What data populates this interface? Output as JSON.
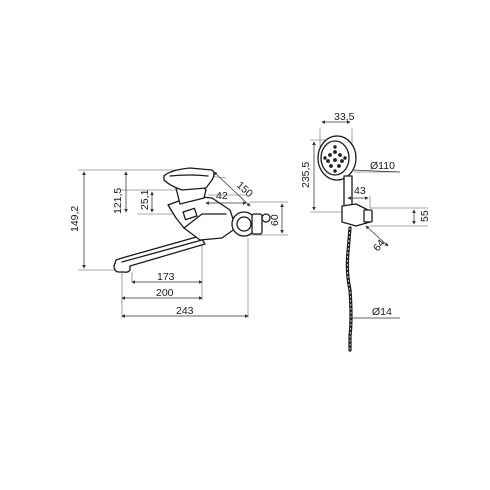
{
  "faucet": {
    "dimensions": {
      "total_height": "149,2",
      "lever_height": "121,5",
      "spout_height": "25,1",
      "lever_angle": "150",
      "body_depth": "42",
      "connection_height": "60",
      "spout_reach_short": "173",
      "spout_reach": "200",
      "overall_length": "243"
    }
  },
  "shower": {
    "dimensions": {
      "head_offset": "33,5",
      "set_height": "235,5",
      "head_diameter": "Ø110",
      "holder_depth": "43",
      "holder_height": "55",
      "holder_angle": "64",
      "hose_diameter": "Ø14"
    }
  },
  "colors": {
    "line": "#1a1a1a",
    "dimension_line": "#333333",
    "background": "#ffffff"
  }
}
